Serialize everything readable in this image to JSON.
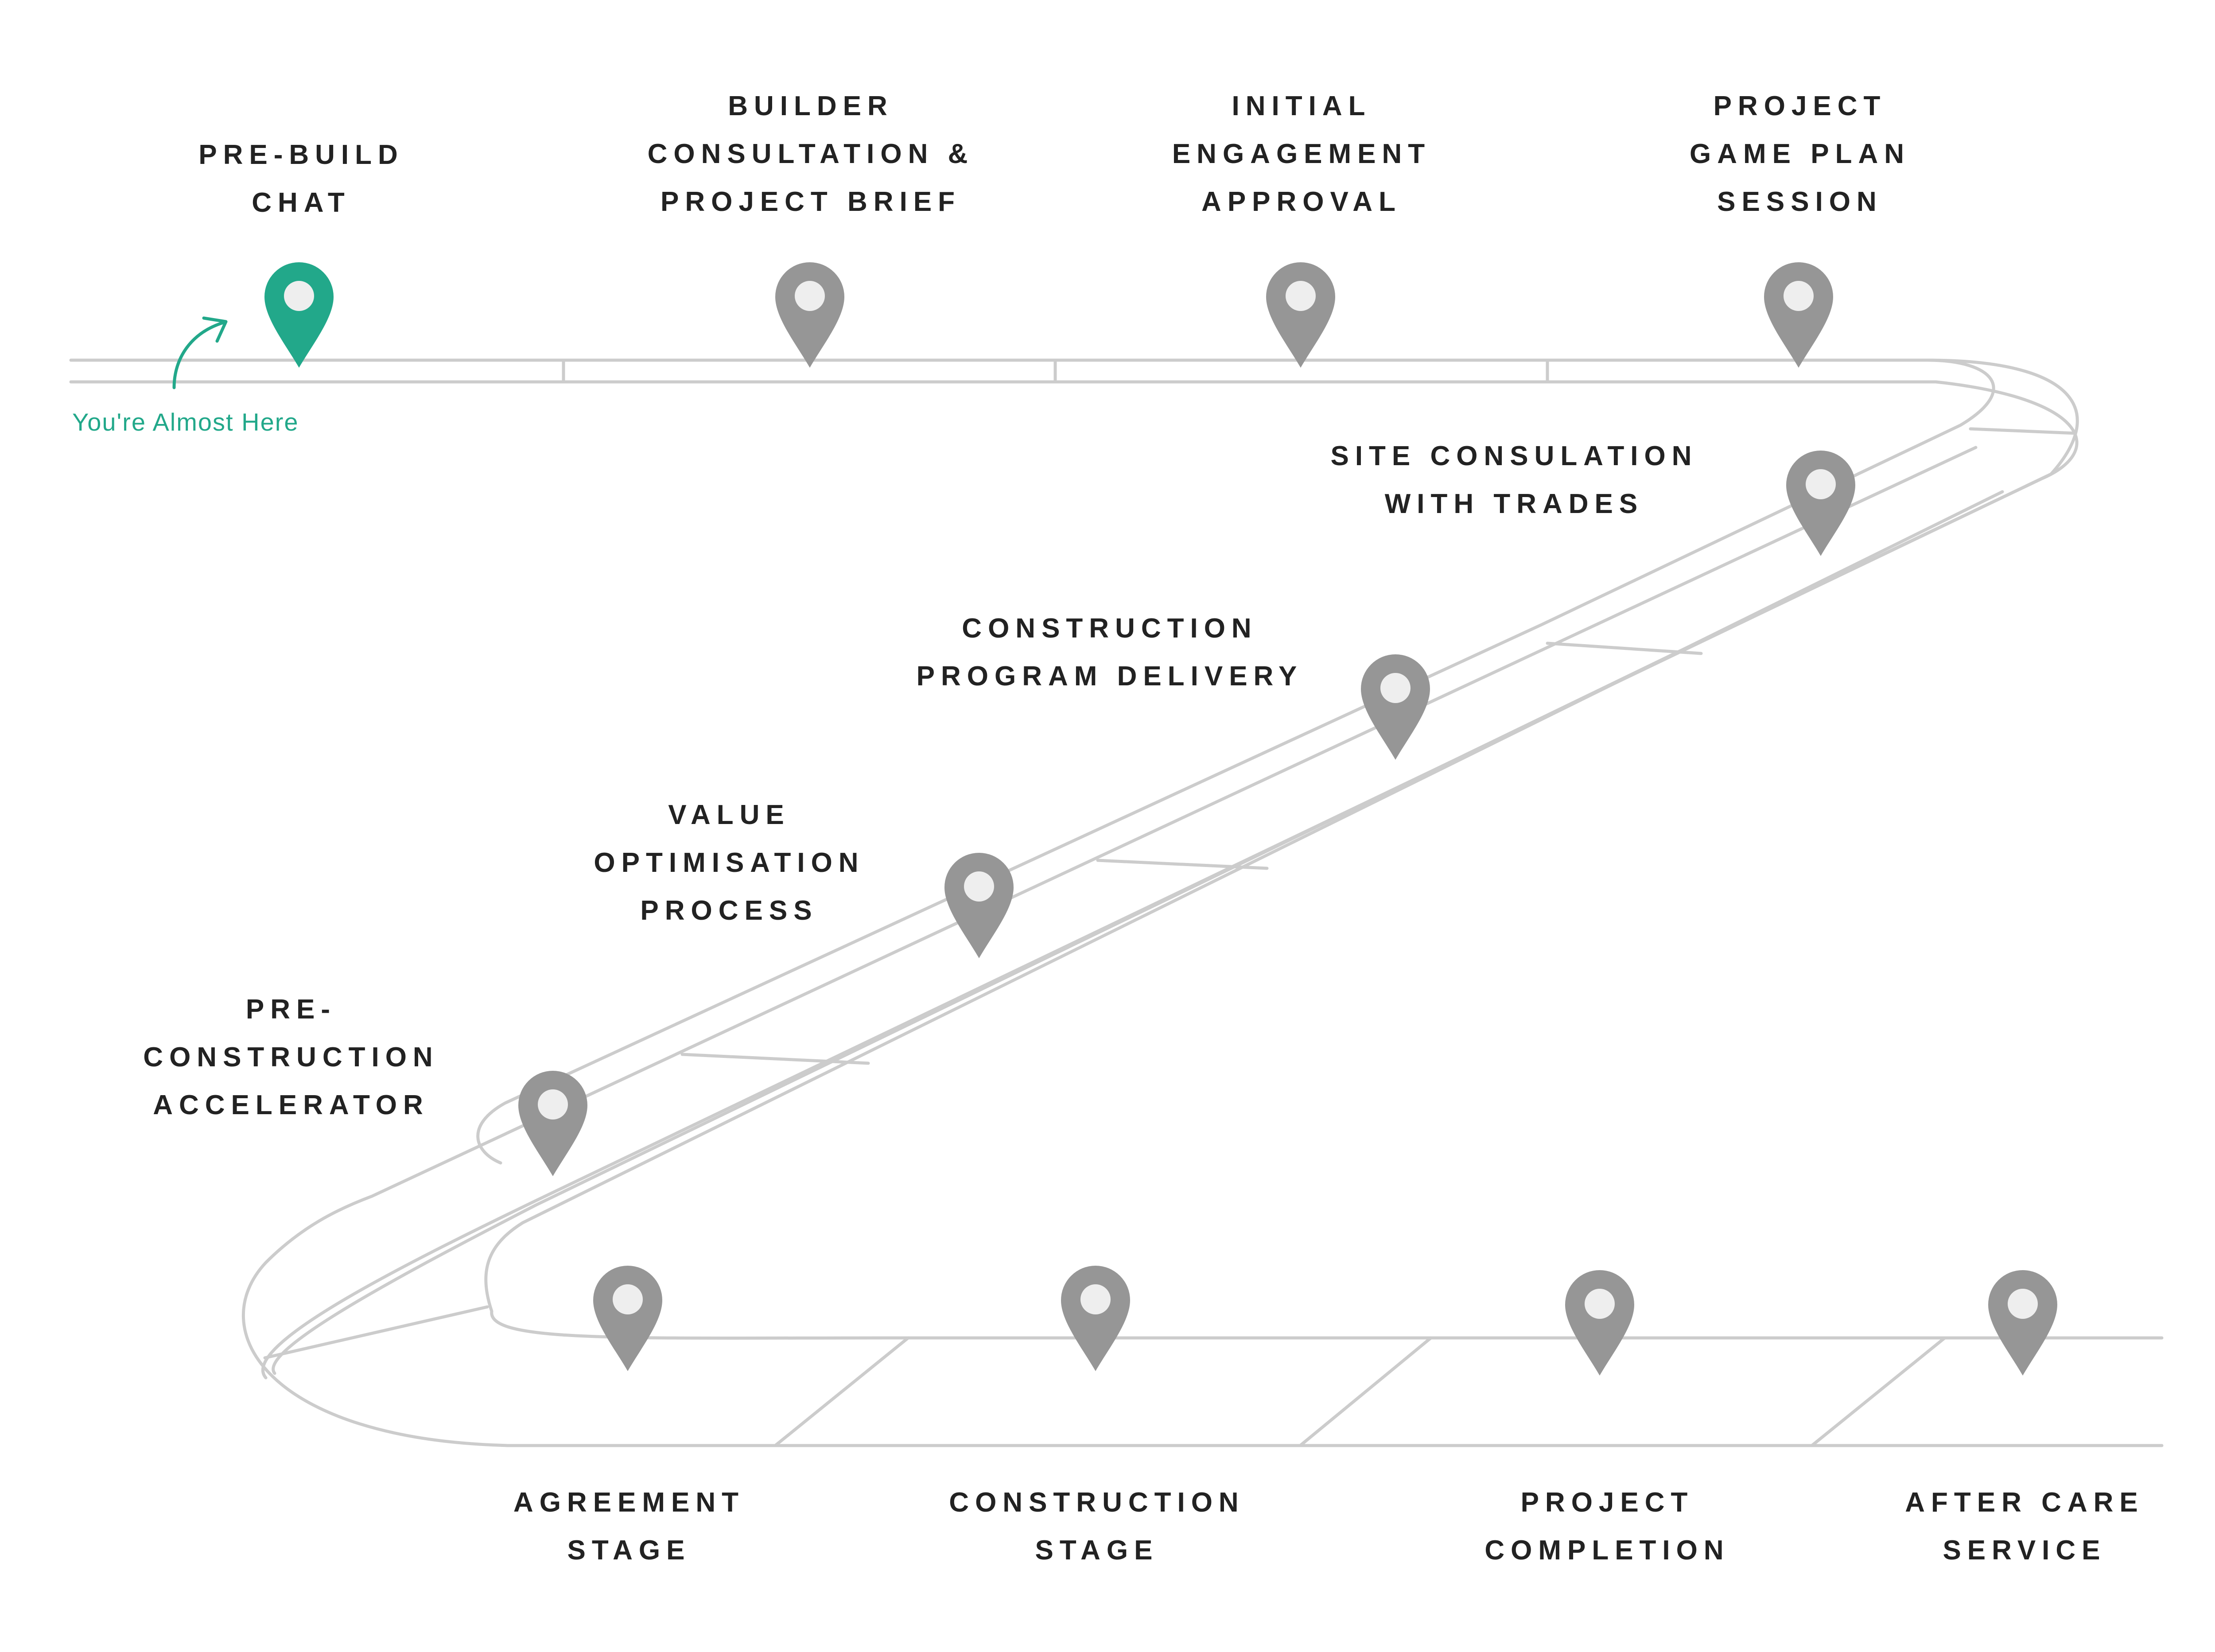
{
  "colors": {
    "current": "#22a88a",
    "pending": "#969696",
    "road": "#cccccc",
    "label": "#222222",
    "pin_hole": "#eeeeee"
  },
  "current_note": "You're Almost Here",
  "steps": [
    {
      "lines": [
        "PRE-BUILD",
        "CHAT"
      ],
      "status": "current",
      "icon": "map-pin-icon"
    },
    {
      "lines": [
        "BUILDER",
        "CONSULTATION &",
        "PROJECT BRIEF"
      ],
      "status": "pending",
      "icon": "map-pin-icon"
    },
    {
      "lines": [
        "INITIAL",
        "ENGAGEMENT",
        "APPROVAL"
      ],
      "status": "pending",
      "icon": "map-pin-icon"
    },
    {
      "lines": [
        "PROJECT",
        "GAME PLAN",
        "SESSION"
      ],
      "status": "pending",
      "icon": "map-pin-icon"
    },
    {
      "lines": [
        "SITE CONSULATION",
        "WITH TRADES"
      ],
      "status": "pending",
      "icon": "map-pin-icon"
    },
    {
      "lines": [
        "CONSTRUCTION",
        "PROGRAM DELIVERY"
      ],
      "status": "pending",
      "icon": "map-pin-icon"
    },
    {
      "lines": [
        "VALUE",
        "OPTIMISATION",
        "PROCESS"
      ],
      "status": "pending",
      "icon": "map-pin-icon"
    },
    {
      "lines": [
        "PRE-",
        "CONSTRUCTION",
        "ACCELERATOR"
      ],
      "status": "pending",
      "icon": "map-pin-icon"
    },
    {
      "lines": [
        "AGREEMENT",
        "STAGE"
      ],
      "status": "pending",
      "icon": "map-pin-icon"
    },
    {
      "lines": [
        "CONSTRUCTION",
        "STAGE"
      ],
      "status": "pending",
      "icon": "map-pin-icon"
    },
    {
      "lines": [
        "PROJECT",
        "COMPLETION"
      ],
      "status": "pending",
      "icon": "map-pin-icon"
    },
    {
      "lines": [
        "AFTER CARE",
        "SERVICE"
      ],
      "status": "pending",
      "icon": "map-pin-icon"
    }
  ]
}
